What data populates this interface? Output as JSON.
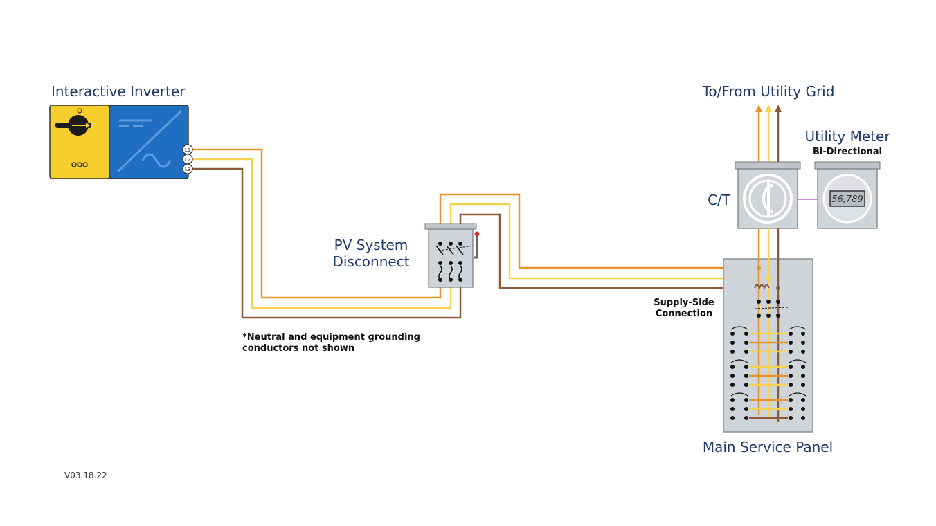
{
  "inverter": {
    "title": "Interactive Inverter",
    "terminals": [
      "L1",
      "L2",
      "L3"
    ]
  },
  "grid": {
    "title": "To/From Utility Grid"
  },
  "meter": {
    "title": "Utility Meter",
    "subtitle": "Bi-Directional",
    "reading": "56,789"
  },
  "ct": {
    "title": "C/T"
  },
  "disconnect": {
    "title_line1": "PV System",
    "title_line2": "Disconnect"
  },
  "supply_side": {
    "line1": "Supply-Side",
    "line2": "Connection"
  },
  "note": {
    "line1": "*Neutral and equipment grounding",
    "line2": "conductors not shown"
  },
  "panel": {
    "title": "Main Service Panel"
  },
  "version": "V03.18.22",
  "colors": {
    "conductor_l1": "#e8922a",
    "conductor_l2": "#f7d24f",
    "conductor_l3": "#8a5a3a",
    "label_text": "#1f3a68",
    "inverter_yellow": "#f6cf2f",
    "inverter_blue": "#1f6ec2",
    "equipment_grey": "#cfd4d9",
    "meter_link": "#c05cc0"
  }
}
